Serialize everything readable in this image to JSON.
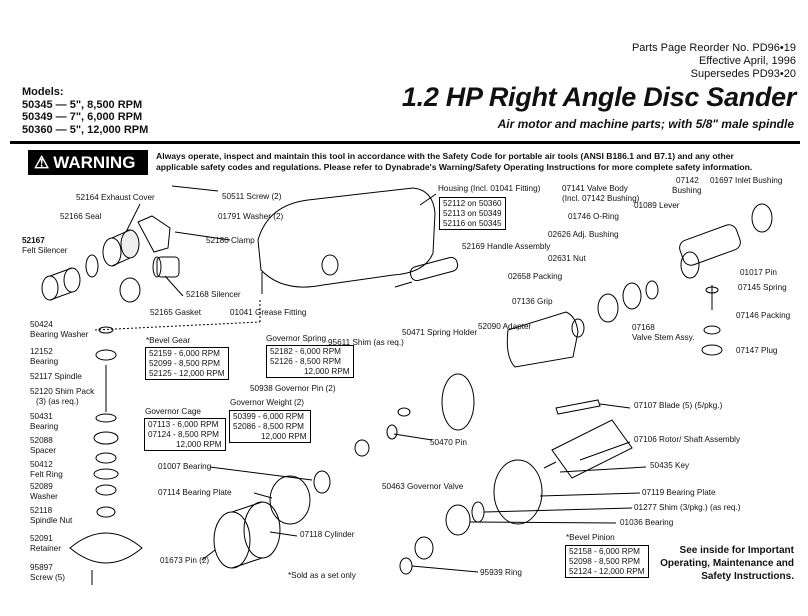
{
  "header": {
    "reorder": "Parts Page Reorder No. PD96•19",
    "effective": "Effective April, 1996",
    "supersedes": "Supersedes PD93•20"
  },
  "models": {
    "heading": "Models:",
    "lines": [
      "50345 — 5\", 8,500 RPM",
      "50349 — 7\", 6,000 RPM",
      "50360 — 5\", 12,000 RPM"
    ]
  },
  "title": "1.2 HP Right Angle Disc Sander",
  "subtitle": "Air motor and machine parts; with 5/8\" male spindle",
  "warning": {
    "label": "WARNING",
    "text": "Always operate, inspect and maintain this tool in accordance with the Safety Code for portable air tools (ANSI B186.1 and B7.1) and any other applicable safety codes and regulations.  Please refer to Dynabrade's Warning/Safety Operating Instructions for more complete safety information."
  },
  "parts": {
    "exhaust_cover": "52164 Exhaust Cover",
    "seal": "52166 Seal",
    "felt_silencer_a": "52167",
    "felt_silencer_b": "Felt Silencer",
    "screw2": "50511 Screw (2)",
    "washer2": "01791 Washer (2)",
    "clamp": "52180 Clamp",
    "silencer": "52168 Silencer",
    "gasket": "52165 Gasket",
    "grease": "01041 Grease Fitting",
    "housing": "Housing (Incl. 01041 Fitting)",
    "valve_body_a": "07141 Valve Body",
    "valve_body_b": "(Incl. 07142 Bushing)",
    "bushing_a": "07142",
    "bushing_b": "Bushing",
    "inlet_bushing": "01697 Inlet Bushing",
    "lever": "01089 Lever",
    "oring": "01746  O-Ring",
    "adj_bushing": "02626 Adj. Bushing",
    "handle": "52169 Handle Assembly",
    "nut": "02631 Nut",
    "packing": "02658 Packing",
    "pin_inlet": "01017 Pin",
    "spring": "07145 Spring",
    "grip": "07136 Grip",
    "packing2": "07146 Packing",
    "valve_stem_a": "07168",
    "valve_stem_b": "Valve Stem Assy.",
    "plug": "07147 Plug",
    "bearing_washer_a": "50424",
    "bearing_washer_b": "Bearing Washer",
    "bearing_a": "12152",
    "bearing_b": "Bearing",
    "spindle": "52117 Spindle",
    "shim_pack_a": "52120 Shim Pack",
    "shim_pack_b": "(3) (as req.)",
    "bearing2_a": "50431",
    "bearing2_b": "Bearing",
    "spacer_a": "52088",
    "spacer_b": "Spacer",
    "felt_ring_a": "50412",
    "felt_ring_b": "Felt Ring",
    "washer_a": "52089",
    "washer_b": "Washer",
    "spindle_nut_a": "52118",
    "spindle_nut_b": "Spindle Nut",
    "retainer_a": "52091",
    "retainer_b": "Retainer",
    "screw5_a": "95897",
    "screw5_b": "Screw (5)",
    "bevel_gear": "*Bevel Gear",
    "governor_spring": "Governor Spring",
    "shim_req": "95611 Shim (as req.)",
    "spring_holder": "50471 Spring Holder",
    "adapter": "52090 Adapter",
    "gov_pin": "50938 Governor Pin (2)",
    "gov_weight": "Governor Weight (2)",
    "gov_cage": "Governor Cage",
    "bearing_01007": "01007 Bearing",
    "bearing_plate_07114": "07114 Bearing Plate",
    "pin_50470": "50470 Pin",
    "gov_valve": "50463 Governor Valve",
    "blade": "07107 Blade (5) (5/pkg.)",
    "rotor": "07106 Rotor/ Shaft Assembly",
    "key": "50435 Key",
    "bearing_plate_07119": "07119 Bearing Plate",
    "shim_01277": "01277 Shim (3/pkg.) (as req.)",
    "bearing_01036": "01036 Bearing",
    "bevel_pinion": "*Bevel Pinion",
    "cylinder": "07118 Cylinder",
    "pin_01673": "01673 Pin (2)",
    "ring_95939": "95939 Ring"
  },
  "housing_list": [
    "52112 on 50360",
    "52113 on 50349",
    "52116 on 50345"
  ],
  "bevel_gear_list": [
    "52159  - 6,000 RPM",
    "52099  - 8,500 RPM",
    "52125  - 12,000 RPM"
  ],
  "governor_spring_list": [
    "52182 - 6,000 RPM",
    "52126 - 8,500 RPM",
    "12,000 RPM"
  ],
  "governor_weight_list": [
    "50399 - 6,000 RPM",
    "52086 - 8,500 RPM",
    "12,000 RPM"
  ],
  "governor_cage_list": [
    "07113 - 6,000 RPM",
    "07124 - 8,500 RPM",
    "12,000 RPM"
  ],
  "bevel_pinion_list": [
    "52158  - 6,000 RPM",
    "52098  - 8,500 RPM",
    "52124  - 12,000 RPM"
  ],
  "inside_note": [
    "See inside for Important",
    "Operating, Maintenance and",
    "Safety Instructions."
  ],
  "sold_note": "*Sold as a set only"
}
